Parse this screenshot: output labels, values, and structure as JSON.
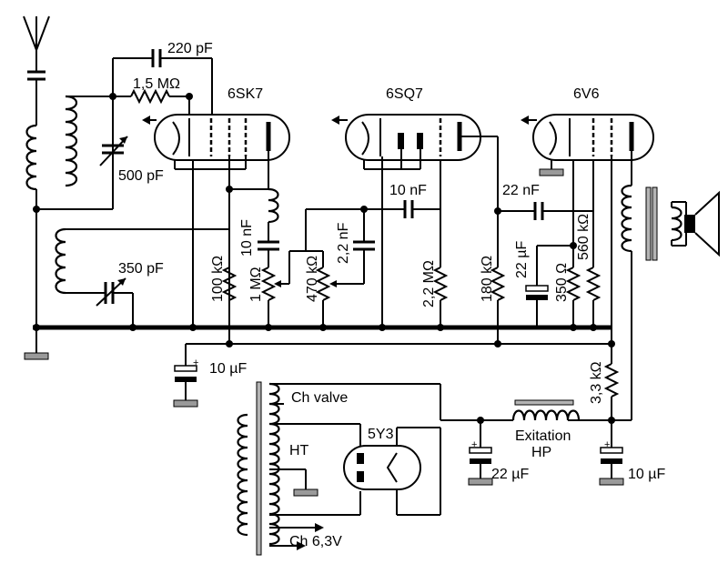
{
  "tubes": {
    "v1": "6SK7",
    "v2": "6SQ7",
    "v3": "6V6",
    "rect": "5Y3"
  },
  "components": {
    "c_220p": "220 pF",
    "r_1m5": "1,5 MΩ",
    "c_500p": "500 pF",
    "c_350p": "350 pF",
    "c_10n_a": "10 nF",
    "r_100k": "100 kΩ",
    "pot_1m": "1 MΩ",
    "c_2n2": "2,2 nF",
    "r_470k": "470 kΩ",
    "c_10n_b": "10 nF",
    "r_2m2": "2,2 MΩ",
    "c_22n": "22 nF",
    "r_180k": "180 kΩ",
    "c_22u_a": "22 µF",
    "r_350": "350 Ω",
    "r_560k": "560 kΩ",
    "c_10u_a": "10 µF",
    "r_3k3": "3,3 kΩ",
    "c_22u_b": "22 µF",
    "c_10u_b": "10 µF"
  },
  "labels": {
    "ch_valve": "Ch valve",
    "ht": "HT",
    "ch_63": "Ch 6,3V",
    "exc_line1": "Exitation",
    "exc_line2": "HP",
    "plus": "+"
  }
}
